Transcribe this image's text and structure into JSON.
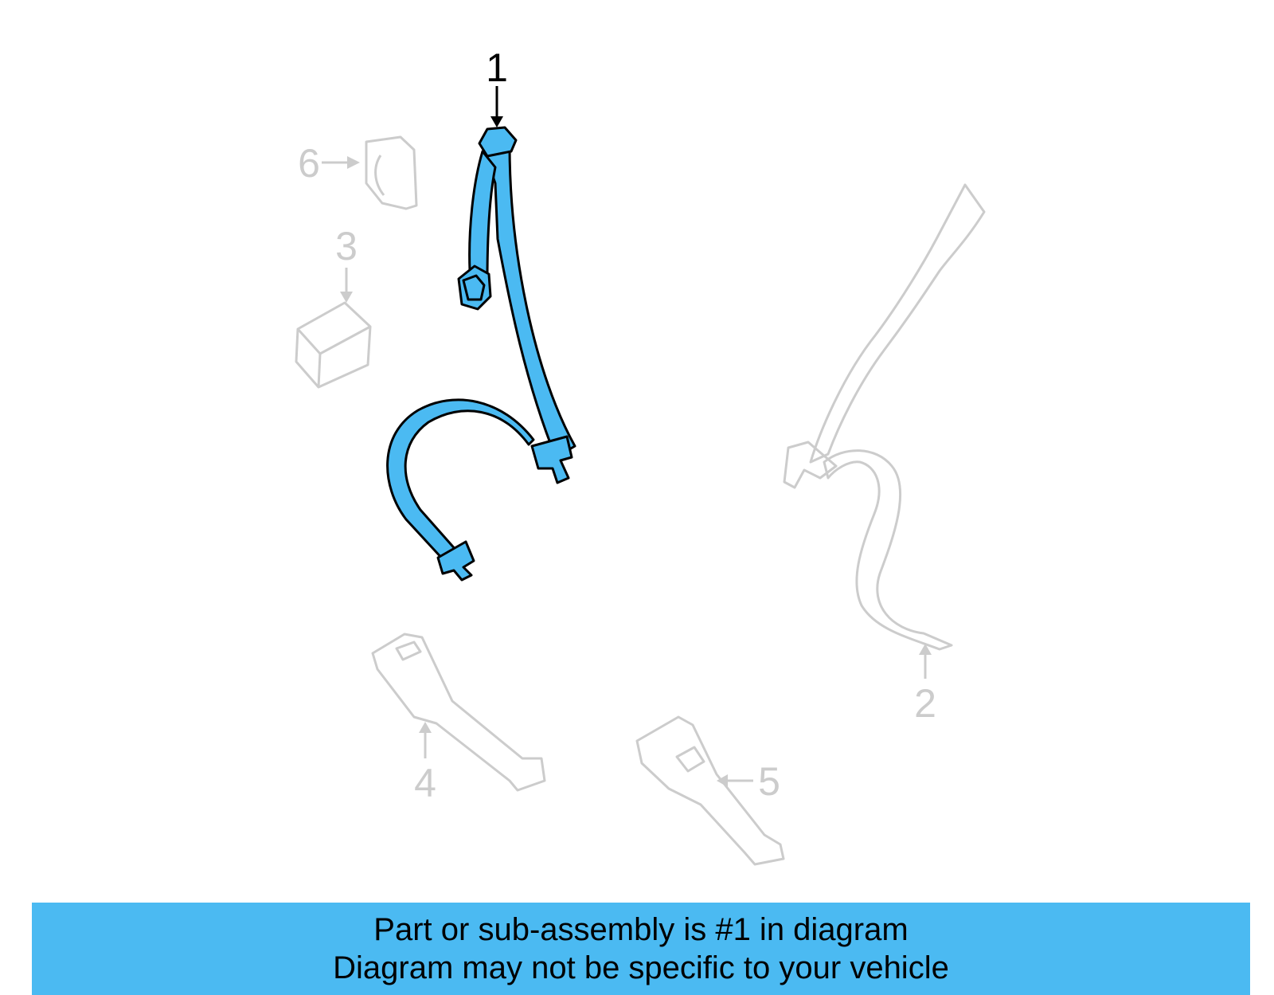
{
  "callouts": {
    "c1": "1",
    "c2": "2",
    "c3": "3",
    "c4": "4",
    "c5": "5",
    "c6": "6"
  },
  "banner": {
    "line1": "Part or sub-assembly is #1 in diagram",
    "line2": "Diagram may not be specific to your vehicle"
  },
  "colors": {
    "highlight": "#4bbaf2",
    "faded": "#cccccc",
    "outline": "#000000"
  }
}
